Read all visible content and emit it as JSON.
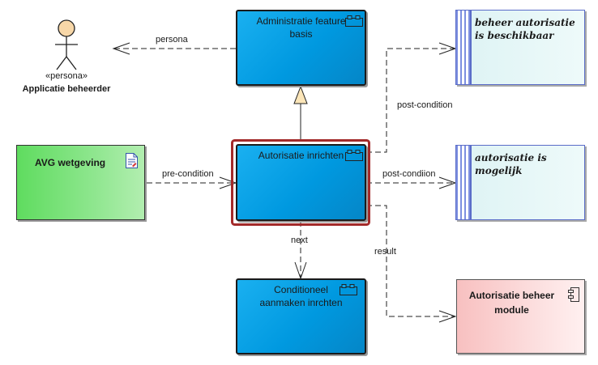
{
  "actor": {
    "stereotype": "«persona»",
    "name": "Applicatie beheerder"
  },
  "nodes": {
    "admin_feature": {
      "line1": "Administratie feature",
      "line2": "basis"
    },
    "autorisatie_inrichten": {
      "line1": "Autorisatie inrichten"
    },
    "conditioneel": {
      "line1": "Conditioneel",
      "line2": "aanmaken inrchten"
    },
    "avg": {
      "label": "AVG wetgeving"
    },
    "beheer_autorisatie": {
      "line1": "beheer autorisatie",
      "line2": "is beschikbaar"
    },
    "autorisatie_mogelijk": {
      "line1": "autorisatie is",
      "line2": "mogelijk"
    },
    "autorisatie_beheer_module": {
      "line1": "Autorisatie beheer",
      "line2": "module"
    }
  },
  "connectors": {
    "persona": "persona",
    "post_condition": "post-condition",
    "pre_condition": "pre-condition",
    "post_condiion": "post-condiion",
    "next": "next",
    "result": "result"
  },
  "colors": {
    "feature_fill": "#0099e0",
    "selection_border": "#a32a2a",
    "document_fill": "#8ee68e",
    "state_fill": "#eefafa",
    "module_fill": "#fcdede"
  }
}
